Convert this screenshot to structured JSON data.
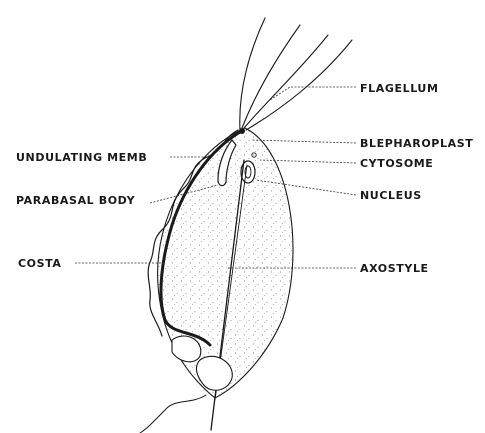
{
  "labels": {
    "flagellum": "FLAGELLUM",
    "blepharoplast": "BLEPHAROPLAST",
    "cytosome": "CYTOSOME",
    "nucleus": "NUCLEUS",
    "axostyle": "AXOSTYLE",
    "undulating_membrane": "UNDULATING MEMB",
    "parabasal_body": "PARABASAL BODY",
    "costa": "COSTA"
  }
}
